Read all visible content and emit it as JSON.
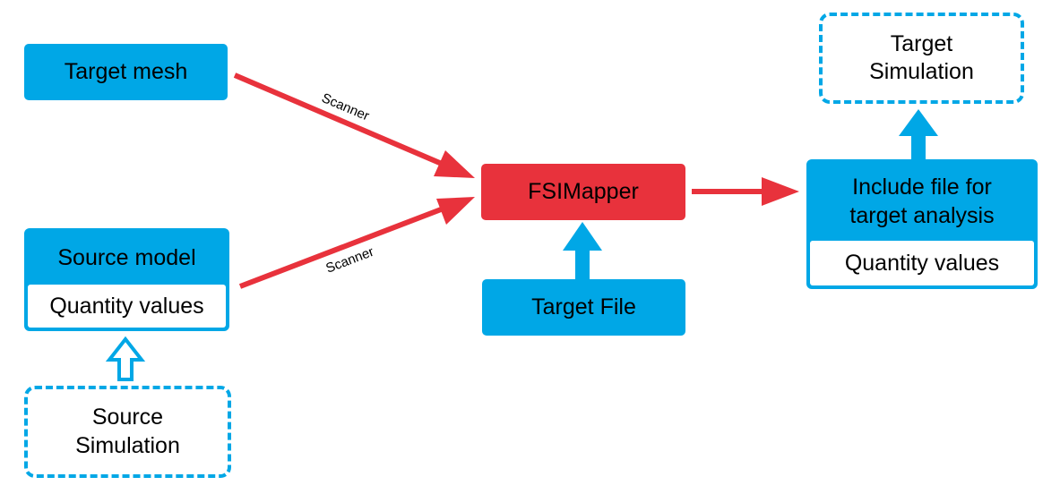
{
  "nodes": {
    "target_mesh": "Target mesh",
    "source_model": {
      "title": "Source model",
      "sub": "Quantity values"
    },
    "source_simulation": "Source\nSimulation",
    "fsimapper": "FSIMapper",
    "target_file": "Target File",
    "include_file": {
      "title": "Include file for\ntarget analysis",
      "sub": "Quantity values"
    },
    "target_simulation": "Target\nSimulation"
  },
  "edges": {
    "scanner_top": "Scanner",
    "scanner_bottom": "Scanner"
  },
  "colors": {
    "blue": "#00a7e6",
    "red": "#e8323c"
  }
}
